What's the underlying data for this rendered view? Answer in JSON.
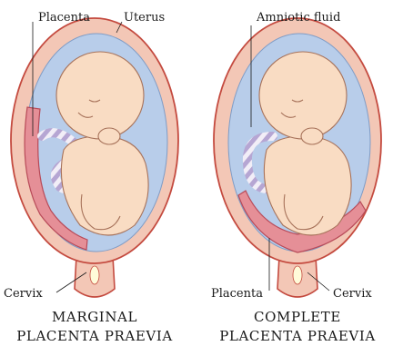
{
  "left_panel": {
    "labels": {
      "placenta": "Placenta",
      "uterus": "Uterus",
      "cervix": "Cervix"
    },
    "caption": [
      "MARGINAL",
      "PLACENTA PRAEVIA"
    ]
  },
  "right_panel": {
    "labels": {
      "amniotic_fluid": "Amniotic fluid",
      "placenta": "Placenta",
      "cervix": "Cervix"
    },
    "caption": [
      "COMPLETE",
      "PLACENTA PRAEVIA"
    ]
  },
  "colors": {
    "uterus_wall": "#f3c7b6",
    "uterus_outline": "#c44a3f",
    "amniotic_fluid": "#b8cdea",
    "placenta": "#e58f97",
    "fetus_skin": "#f9dcc3",
    "cord_stripe": "#b6a6d3"
  }
}
